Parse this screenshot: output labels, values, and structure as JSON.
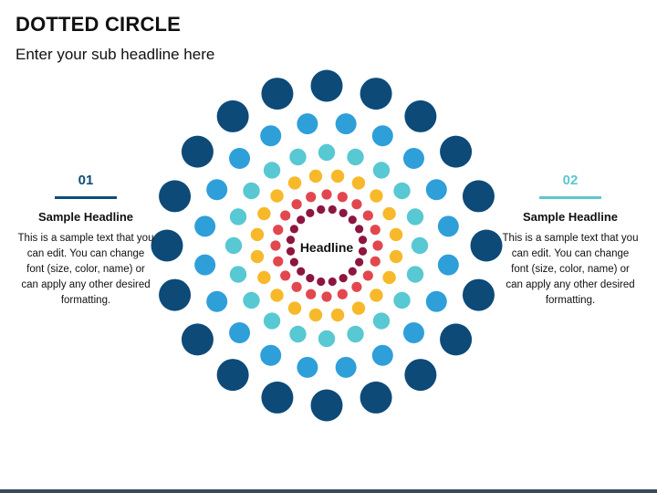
{
  "title": "DOTTED CIRCLE",
  "subtitle": "Enter your sub headline here",
  "center_label": "Headline",
  "panels": [
    {
      "number": "01",
      "headline": "Sample Headline",
      "text": "This is a sample text that you can edit. You can change font (size, color, name) or can apply any other desired formatting.",
      "accent": "#0e4d7a"
    },
    {
      "number": "02",
      "headline": "Sample Headline",
      "text": "This is a sample text that you can edit. You can change font (size, color, name) or can apply any other desired formatting.",
      "accent": "#5cc6d0"
    }
  ],
  "rings": [
    {
      "count": 20,
      "color": "#0d4a78"
    },
    {
      "count": 20,
      "color": "#2e9fd9"
    },
    {
      "count": 20,
      "color": "#58c8d3"
    },
    {
      "count": 20,
      "color": "#f7b92a"
    },
    {
      "count": 20,
      "color": "#e2474f"
    },
    {
      "count": 20,
      "color": "#8c1640"
    }
  ],
  "colors": {
    "background": "#ffffff",
    "text": "#111111",
    "footer_bar": "#3a4a5c"
  }
}
